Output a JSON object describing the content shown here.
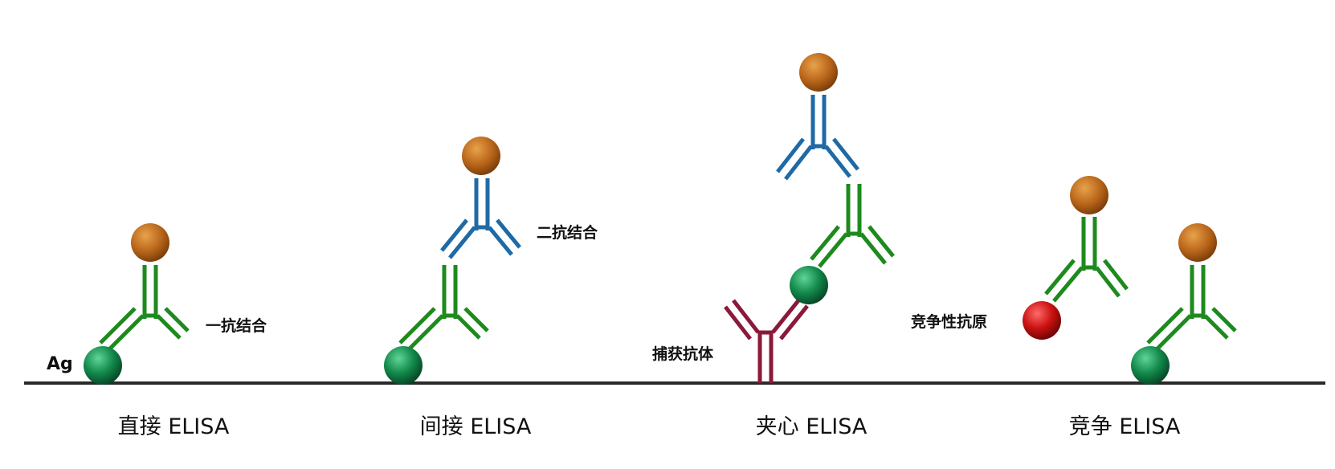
{
  "colors": {
    "baseline": "#2a2a2a",
    "primary_antibody": "#1e8a1e",
    "secondary_antibody": "#1f6aa6",
    "capture_antibody": "#8a1a3a",
    "enzyme_label": "#b8651a",
    "antigen": "#138a4c",
    "competitor_antigen": "#cc1111"
  },
  "labels": {
    "ag": "Ag",
    "primary_binding": "一抗结合",
    "secondary_binding": "二抗结合",
    "capture_antibody": "捕获抗体",
    "competitive_antigen": "竞争性抗原"
  },
  "titles": {
    "direct": "直接 ELISA",
    "indirect": "间接 ELISA",
    "sandwich": "夹心 ELISA",
    "competitive": "竞争 ELISA"
  }
}
